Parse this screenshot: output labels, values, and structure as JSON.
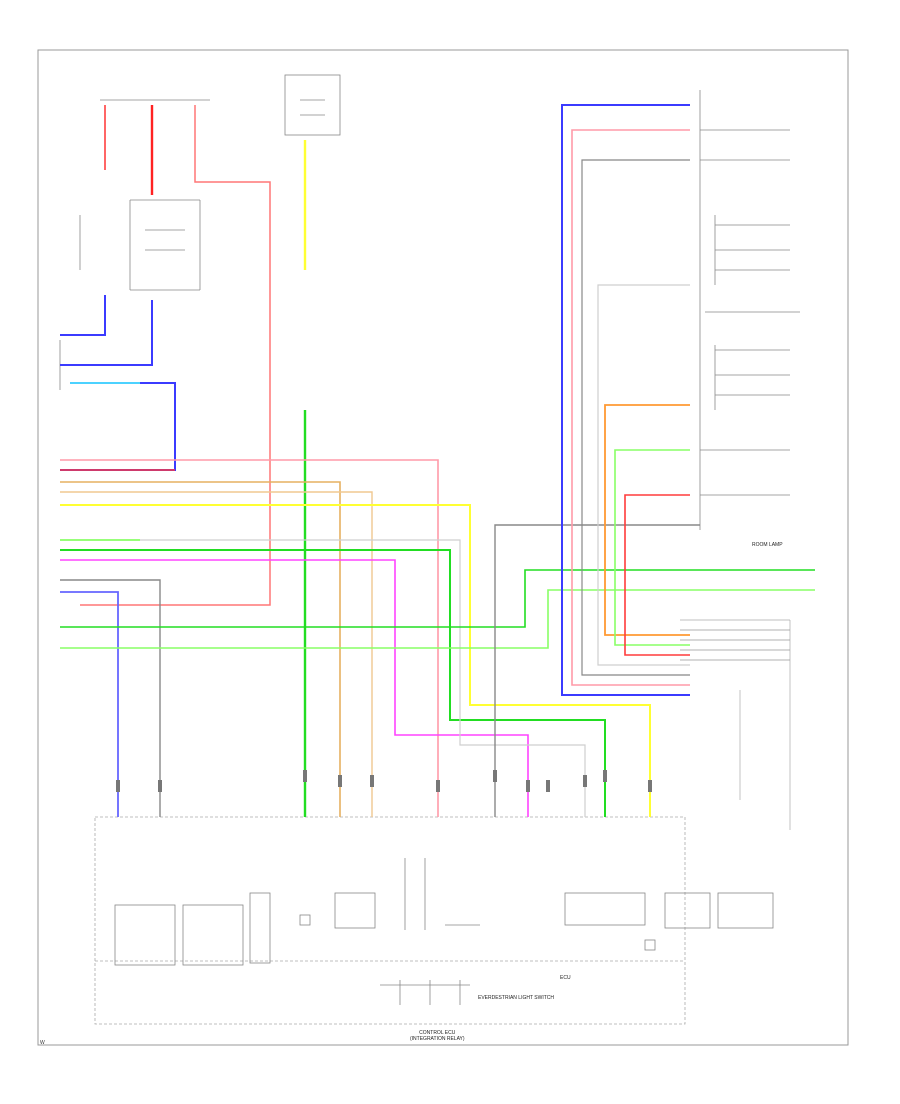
{
  "colors": {
    "red": "#ff3b3b",
    "pink": "#ff9aa8",
    "blue": "#3b3bff",
    "light_blue": "#33ccff",
    "yellow": "#ffff33",
    "green": "#22dd22",
    "light_green": "#88ff66",
    "orange": "#ff9933",
    "tan": "#e6b060",
    "magenta": "#ff44ff",
    "gray": "#888888",
    "light_gray": "#cfcfcf"
  },
  "labels": {
    "room_lamp": "ROOM LAMP",
    "ecu": "ECU",
    "front_passenger_door_lock_switch": "EVERDESTRIAN LIGHT SWITCH",
    "body_control_unit": "CONTROL ECU\n(INTEGRATION RELAY)"
  },
  "footer": "W"
}
